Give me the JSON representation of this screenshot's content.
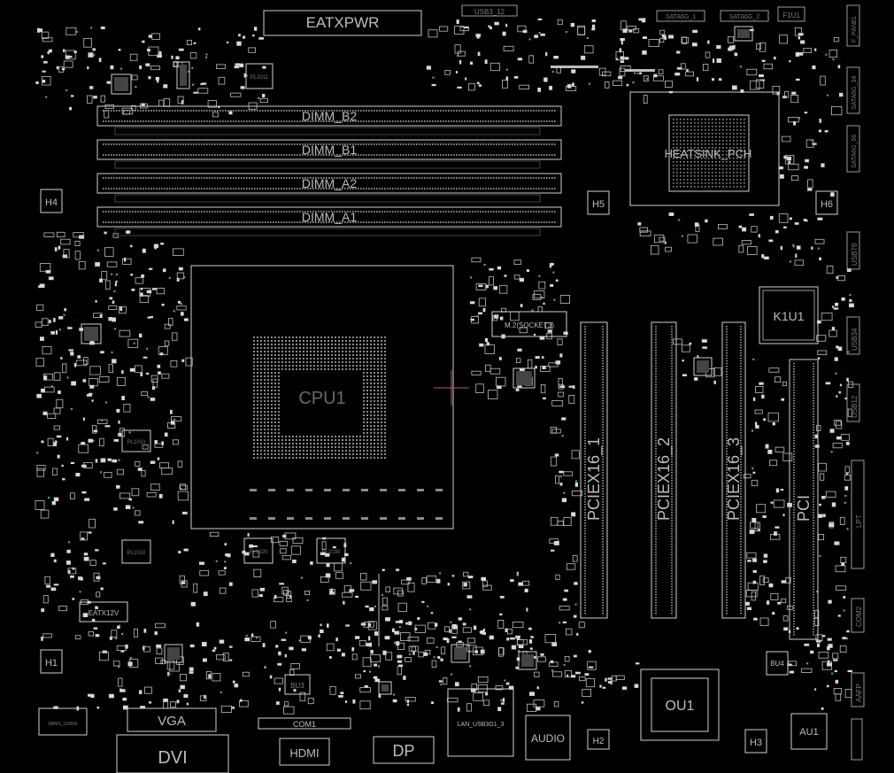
{
  "board": {
    "connectors": {
      "power_main": "EATXPWR",
      "power_cpu": "EATX12V",
      "usb_top": "USB3_12",
      "sata1": "SATA6G_1",
      "sata2": "SATA6G_2",
      "sata34": "SATA6G_34",
      "sata56": "SATA6G_56",
      "fuse": "F1U1",
      "panel": "F_PANEL",
      "usb78": "USB78",
      "usb34": "USB34",
      "usb12": "USB12",
      "lpt": "LPT",
      "com2": "COM2",
      "com1": "COM1",
      "aafp": "AAFP",
      "vga": "VGA",
      "dvi": "DVI",
      "hdmi": "HDMI",
      "dp": "DP",
      "lan": "LAN_USB3G1_3",
      "audio": "AUDIO",
      "kbms": "KBMS_USB56"
    },
    "memory": [
      "DIMM_B2",
      "DIMM_B1",
      "DIMM_A2",
      "DIMM_A1"
    ],
    "cpu_socket": "CPU1",
    "heatsink": "HEATSINK_PCH",
    "m2": "M.2(SOCKET3)",
    "slots": [
      "PCIEX16_1",
      "PCIEX16_2",
      "PCIEX16_3",
      "PCI"
    ],
    "chips": [
      "K1U1",
      "OU1",
      "AU1",
      "BU3",
      "BU4"
    ],
    "mounting_holes": [
      "H1",
      "H2",
      "H3",
      "H4",
      "H5",
      "H6"
    ],
    "regulators": [
      "PL1010",
      "PL1020",
      "PL1030",
      "PL2011"
    ]
  }
}
